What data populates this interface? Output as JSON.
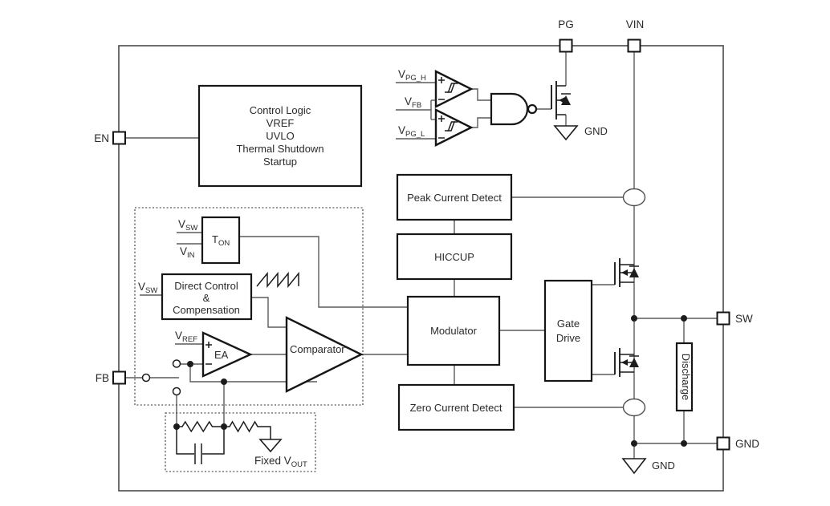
{
  "pins": {
    "en": "EN",
    "fb": "FB",
    "pg": "PG",
    "vin": "VIN",
    "sw": "SW",
    "gnd": "GND"
  },
  "blocks": {
    "control_logic": {
      "lines": [
        "Control Logic",
        "VREF",
        "UVLO",
        "Thermal Shutdown",
        "Startup"
      ]
    },
    "ton": {
      "base": "T",
      "sub": "ON"
    },
    "direct_control": {
      "lines": [
        "Direct Control",
        "&",
        "Compensation"
      ]
    },
    "peak_current_detect": {
      "label": "Peak Current Detect"
    },
    "hiccup": {
      "label": "HICCUP"
    },
    "modulator": {
      "label": "Modulator"
    },
    "zero_current_detect": {
      "label": "Zero Current Detect"
    },
    "gate_drive": {
      "lines": [
        "Gate",
        "Drive"
      ]
    },
    "discharge": {
      "label": "Discharge"
    }
  },
  "amplifiers": {
    "error_amp": {
      "label": "EA"
    },
    "comparator": {
      "label": "Comparator"
    }
  },
  "signals": {
    "vpg_h": {
      "base": "V",
      "sub": "PG_H"
    },
    "vfb_top": {
      "base": "V",
      "sub": "FB"
    },
    "vpg_l": {
      "base": "V",
      "sub": "PG_L"
    },
    "vsw_ton": {
      "base": "V",
      "sub": "SW"
    },
    "vin_ton": {
      "base": "V",
      "sub": "IN"
    },
    "vsw_dc": {
      "base": "V",
      "sub": "SW"
    },
    "vref": {
      "base": "V",
      "sub": "REF"
    },
    "fixed_vout": {
      "base": "Fixed V",
      "sub": "OUT"
    }
  },
  "grounds": {
    "pg_gnd": "GND",
    "power_gnd": "GND"
  },
  "colors": {
    "box_stroke": "#161616",
    "wire": "#5a5b5e",
    "text": "#2a2a2a"
  }
}
